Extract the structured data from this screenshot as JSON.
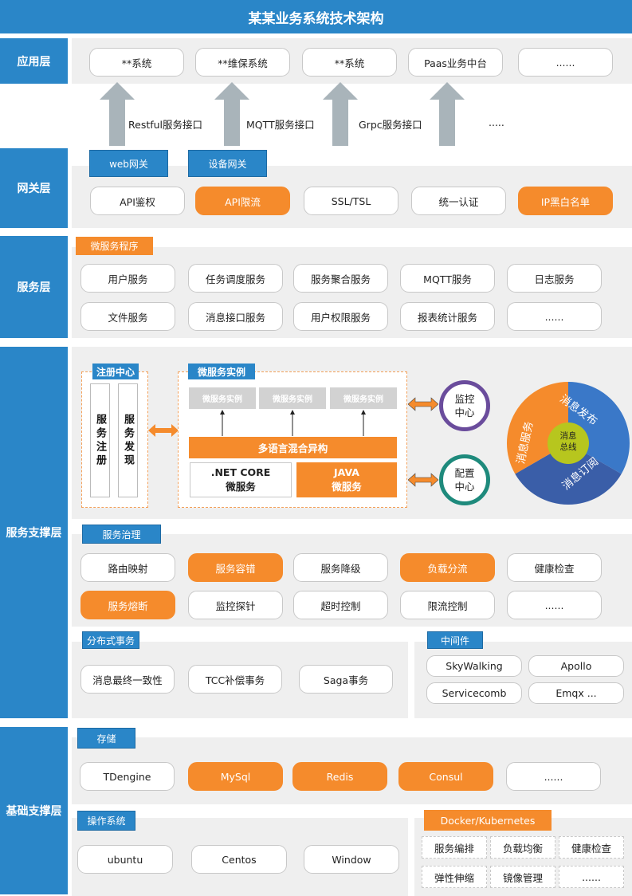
{
  "title": "某某业务系统技术架构",
  "colors": {
    "blue": "#2a86c8",
    "orange": "#f58b2c",
    "gray_panel": "#efefef",
    "purple": "#6a4c9c",
    "teal": "#1e8a7c"
  },
  "app_layer": {
    "label": "应用层",
    "items": [
      "**系统",
      "**维保系统",
      "**系统",
      "Paas业务中台",
      "......"
    ],
    "arrows": [
      "Restful服务接口",
      "MQTT服务接口",
      "Grpc服务接口",
      "....."
    ]
  },
  "gateway_layer": {
    "label": "网关层",
    "tabs": [
      "web网关",
      "设备网关"
    ],
    "items": [
      {
        "text": "API鉴权",
        "hl": false
      },
      {
        "text": "API限流",
        "hl": true
      },
      {
        "text": "SSL/TSL",
        "hl": false
      },
      {
        "text": "统一认证",
        "hl": false
      },
      {
        "text": "IP黑白名单",
        "hl": true
      }
    ]
  },
  "service_layer": {
    "label": "服务层",
    "tag": "微服务程序",
    "row1": [
      "用户服务",
      "任务调度服务",
      "服务聚合服务",
      "MQTT服务",
      "日志服务"
    ],
    "row2": [
      "文件服务",
      "消息接口服务",
      "用户权限服务",
      "报表统计服务",
      "......"
    ]
  },
  "support_layer": {
    "label": "服务支撑层",
    "registry": {
      "tag": "注册中心",
      "register": "服务注册",
      "discover": "服务发现"
    },
    "instances": {
      "tag": "微服务实例",
      "items": [
        "微服务实例",
        "微服务实例",
        "微服务实例"
      ],
      "mixed": "多语言混合异构",
      "netcore": [
        ".NET CORE",
        "微服务"
      ],
      "java": [
        "JAVA",
        "微服务"
      ]
    },
    "monitor": "监控中心",
    "config": "配置中心",
    "bus": {
      "center": "消息总线",
      "publish": "消息发布",
      "subscribe": "消息订阅",
      "service": "消息服务"
    },
    "governance": {
      "tag": "服务治理",
      "row1": [
        {
          "text": "路由映射",
          "hl": false
        },
        {
          "text": "服务容错",
          "hl": true
        },
        {
          "text": "服务降级",
          "hl": false
        },
        {
          "text": "负载分流",
          "hl": true
        },
        {
          "text": "健康检查",
          "hl": false
        }
      ],
      "row2": [
        {
          "text": "服务熔断",
          "hl": true
        },
        {
          "text": "监控探针",
          "hl": false
        },
        {
          "text": "超时控制",
          "hl": false
        },
        {
          "text": "限流控制",
          "hl": false
        },
        {
          "text": "......",
          "hl": false
        }
      ]
    },
    "transactions": {
      "tag": "分布式事务",
      "items": [
        "消息最终一致性",
        "TCC补偿事务",
        "Saga事务"
      ]
    },
    "middleware": {
      "tag": "中间件",
      "items": [
        "SkyWalking",
        "Apollo",
        "Servicecomb",
        "Emqx   ..."
      ]
    }
  },
  "base_layer": {
    "label": "基础支撑层",
    "storage": {
      "tag": "存储",
      "items": [
        {
          "text": "TDengine",
          "hl": false
        },
        {
          "text": "MySql",
          "hl": true
        },
        {
          "text": "Redis",
          "hl": true
        },
        {
          "text": "Consul",
          "hl": true
        },
        {
          "text": "......",
          "hl": false
        }
      ]
    },
    "os": {
      "tag": "操作系统",
      "items": [
        "ubuntu",
        "Centos",
        "Window"
      ]
    },
    "docker": {
      "tag": "Docker/Kubernetes",
      "items": [
        "服务编排",
        "负载均衡",
        "健康检查",
        "弹性伸缩",
        "镜像管理",
        "......"
      ]
    }
  }
}
